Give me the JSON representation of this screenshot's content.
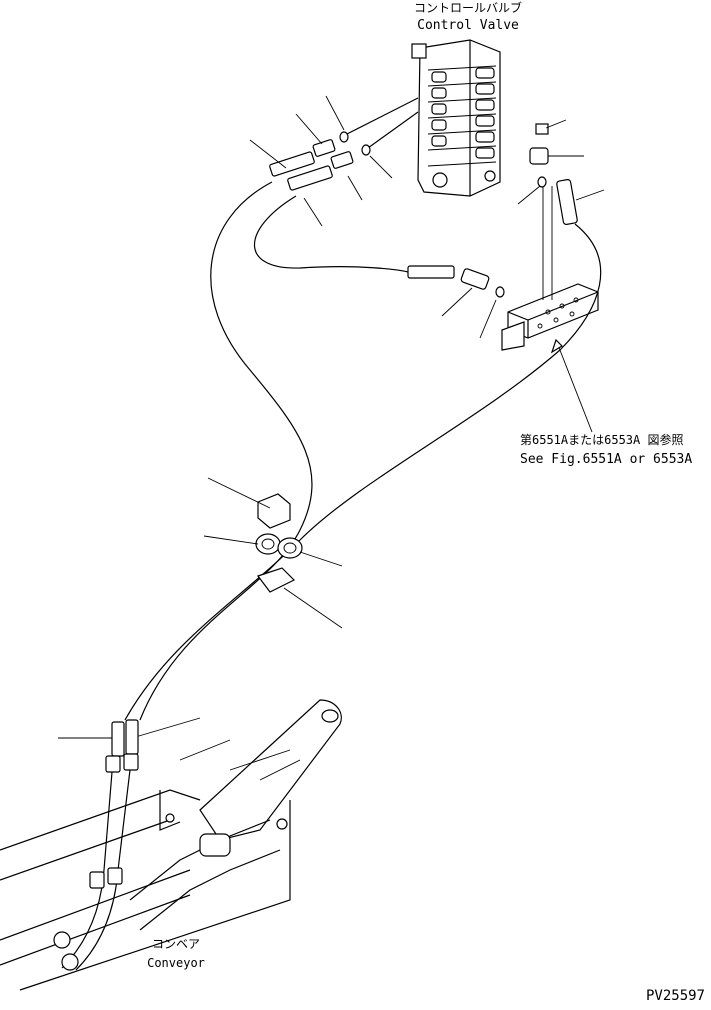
{
  "labels": {
    "control_valve_jp": "コントロールバルブ",
    "control_valve_en": "Control Valve",
    "see_fig_jp": "第6551Aまたは6553A 図参照",
    "see_fig_en": "See Fig.6551A or 6553A",
    "conveyor_jp": "コンベア",
    "conveyor_en": "Conveyor",
    "drawing_number": "PV25597"
  }
}
